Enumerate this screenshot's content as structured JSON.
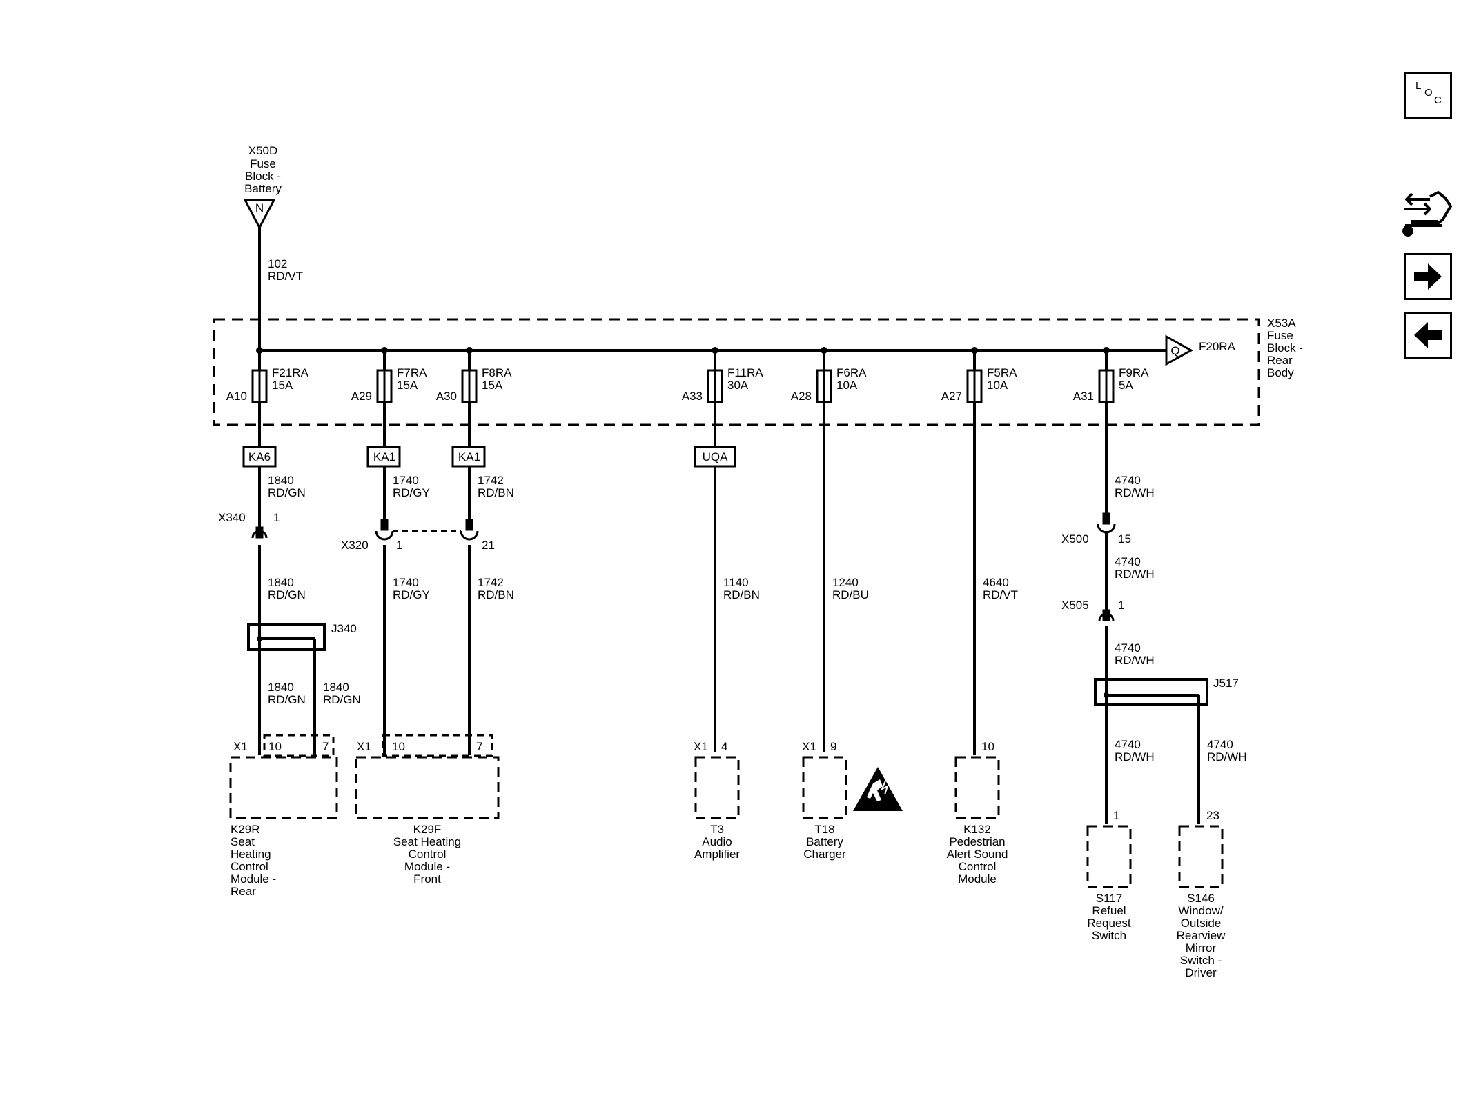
{
  "source": {
    "connector": "X50D",
    "name_lines": [
      "Fuse",
      "Block -",
      "Battery"
    ],
    "terminal": "N",
    "wire_num": "102",
    "wire_color": "RD/VT"
  },
  "fuse_block": {
    "connector": "X53A",
    "name_lines": [
      "Fuse",
      "Block -",
      "Rear",
      "Body"
    ],
    "feed_terminal": "Q",
    "feed_fuse": "F20RA"
  },
  "fuses": [
    {
      "name": "F21RA",
      "amp": "15A",
      "pin": "A10"
    },
    {
      "name": "F7RA",
      "amp": "15A",
      "pin": "A29"
    },
    {
      "name": "F8RA",
      "amp": "15A",
      "pin": "A30"
    },
    {
      "name": "F11RA",
      "amp": "30A",
      "pin": "A33"
    },
    {
      "name": "F6RA",
      "amp": "10A",
      "pin": "A28"
    },
    {
      "name": "F5RA",
      "amp": "10A",
      "pin": "A27"
    },
    {
      "name": "F9RA",
      "amp": "5A",
      "pin": "A31"
    }
  ],
  "options": [
    "KA6",
    "KA1",
    "KA1",
    "UQA"
  ],
  "wires": {
    "w1840a": [
      "1840",
      "RD/GN"
    ],
    "w1740a": [
      "1740",
      "RD/GY"
    ],
    "w1742a": [
      "1742",
      "RD/BN"
    ],
    "w4740a": [
      "4740",
      "RD/WH"
    ],
    "w1840b": [
      "1840",
      "RD/GN"
    ],
    "w1740b": [
      "1740",
      "RD/GY"
    ],
    "w1742b": [
      "1742",
      "RD/BN"
    ],
    "w1140": [
      "1140",
      "RD/BN"
    ],
    "w1240": [
      "1240",
      "RD/BU"
    ],
    "w4640": [
      "4640",
      "RD/VT"
    ],
    "w4740b": [
      "4740",
      "RD/WH"
    ],
    "w4740c": [
      "4740",
      "RD/WH"
    ],
    "w1840c": [
      "1840",
      "RD/GN"
    ],
    "w1840d": [
      "1840",
      "RD/GN"
    ],
    "w4740d": [
      "4740",
      "RD/WH"
    ],
    "w4740e": [
      "4740",
      "RD/WH"
    ]
  },
  "inline_connectors": {
    "x340": {
      "name": "X340",
      "pin": "1"
    },
    "x320": {
      "name": "X320",
      "pin_a": "1",
      "pin_b": "21"
    },
    "x500": {
      "name": "X500",
      "pin": "15"
    },
    "x505": {
      "name": "X505",
      "pin": "1"
    }
  },
  "splices": [
    "J340",
    "J517"
  ],
  "components": {
    "k29r": {
      "conn": "X1",
      "pins": [
        "10",
        "7"
      ],
      "lines": [
        "K29R",
        "Seat",
        "Heating",
        "Control",
        "Module -",
        "Rear"
      ]
    },
    "k29f": {
      "conn": "X1",
      "pins": [
        "10",
        "7"
      ],
      "lines": [
        "K29F",
        "Seat Heating",
        "Control",
        "Module -",
        "Front"
      ]
    },
    "t3": {
      "conn": "X1",
      "pin": "4",
      "lines": [
        "T3",
        "Audio",
        "Amplifier"
      ]
    },
    "t18": {
      "conn": "X1",
      "pin": "9",
      "lines": [
        "T18",
        "Battery",
        "Charger"
      ]
    },
    "k132": {
      "pin": "10",
      "lines": [
        "K132",
        "Pedestrian",
        "Alert Sound",
        "Control",
        "Module"
      ]
    },
    "s117": {
      "pin": "1",
      "lines": [
        "S117",
        "Refuel",
        "Request",
        "Switch"
      ]
    },
    "s146": {
      "pin": "23",
      "lines": [
        "S146",
        "Window/",
        "Outside",
        "Rearview",
        "Mirror",
        "Switch -",
        "Driver"
      ]
    }
  },
  "nav": {
    "loc_letters": [
      "L",
      "O",
      "C"
    ],
    "icons": [
      "service-info-icon",
      "arrow-right-icon",
      "arrow-left-icon"
    ]
  }
}
